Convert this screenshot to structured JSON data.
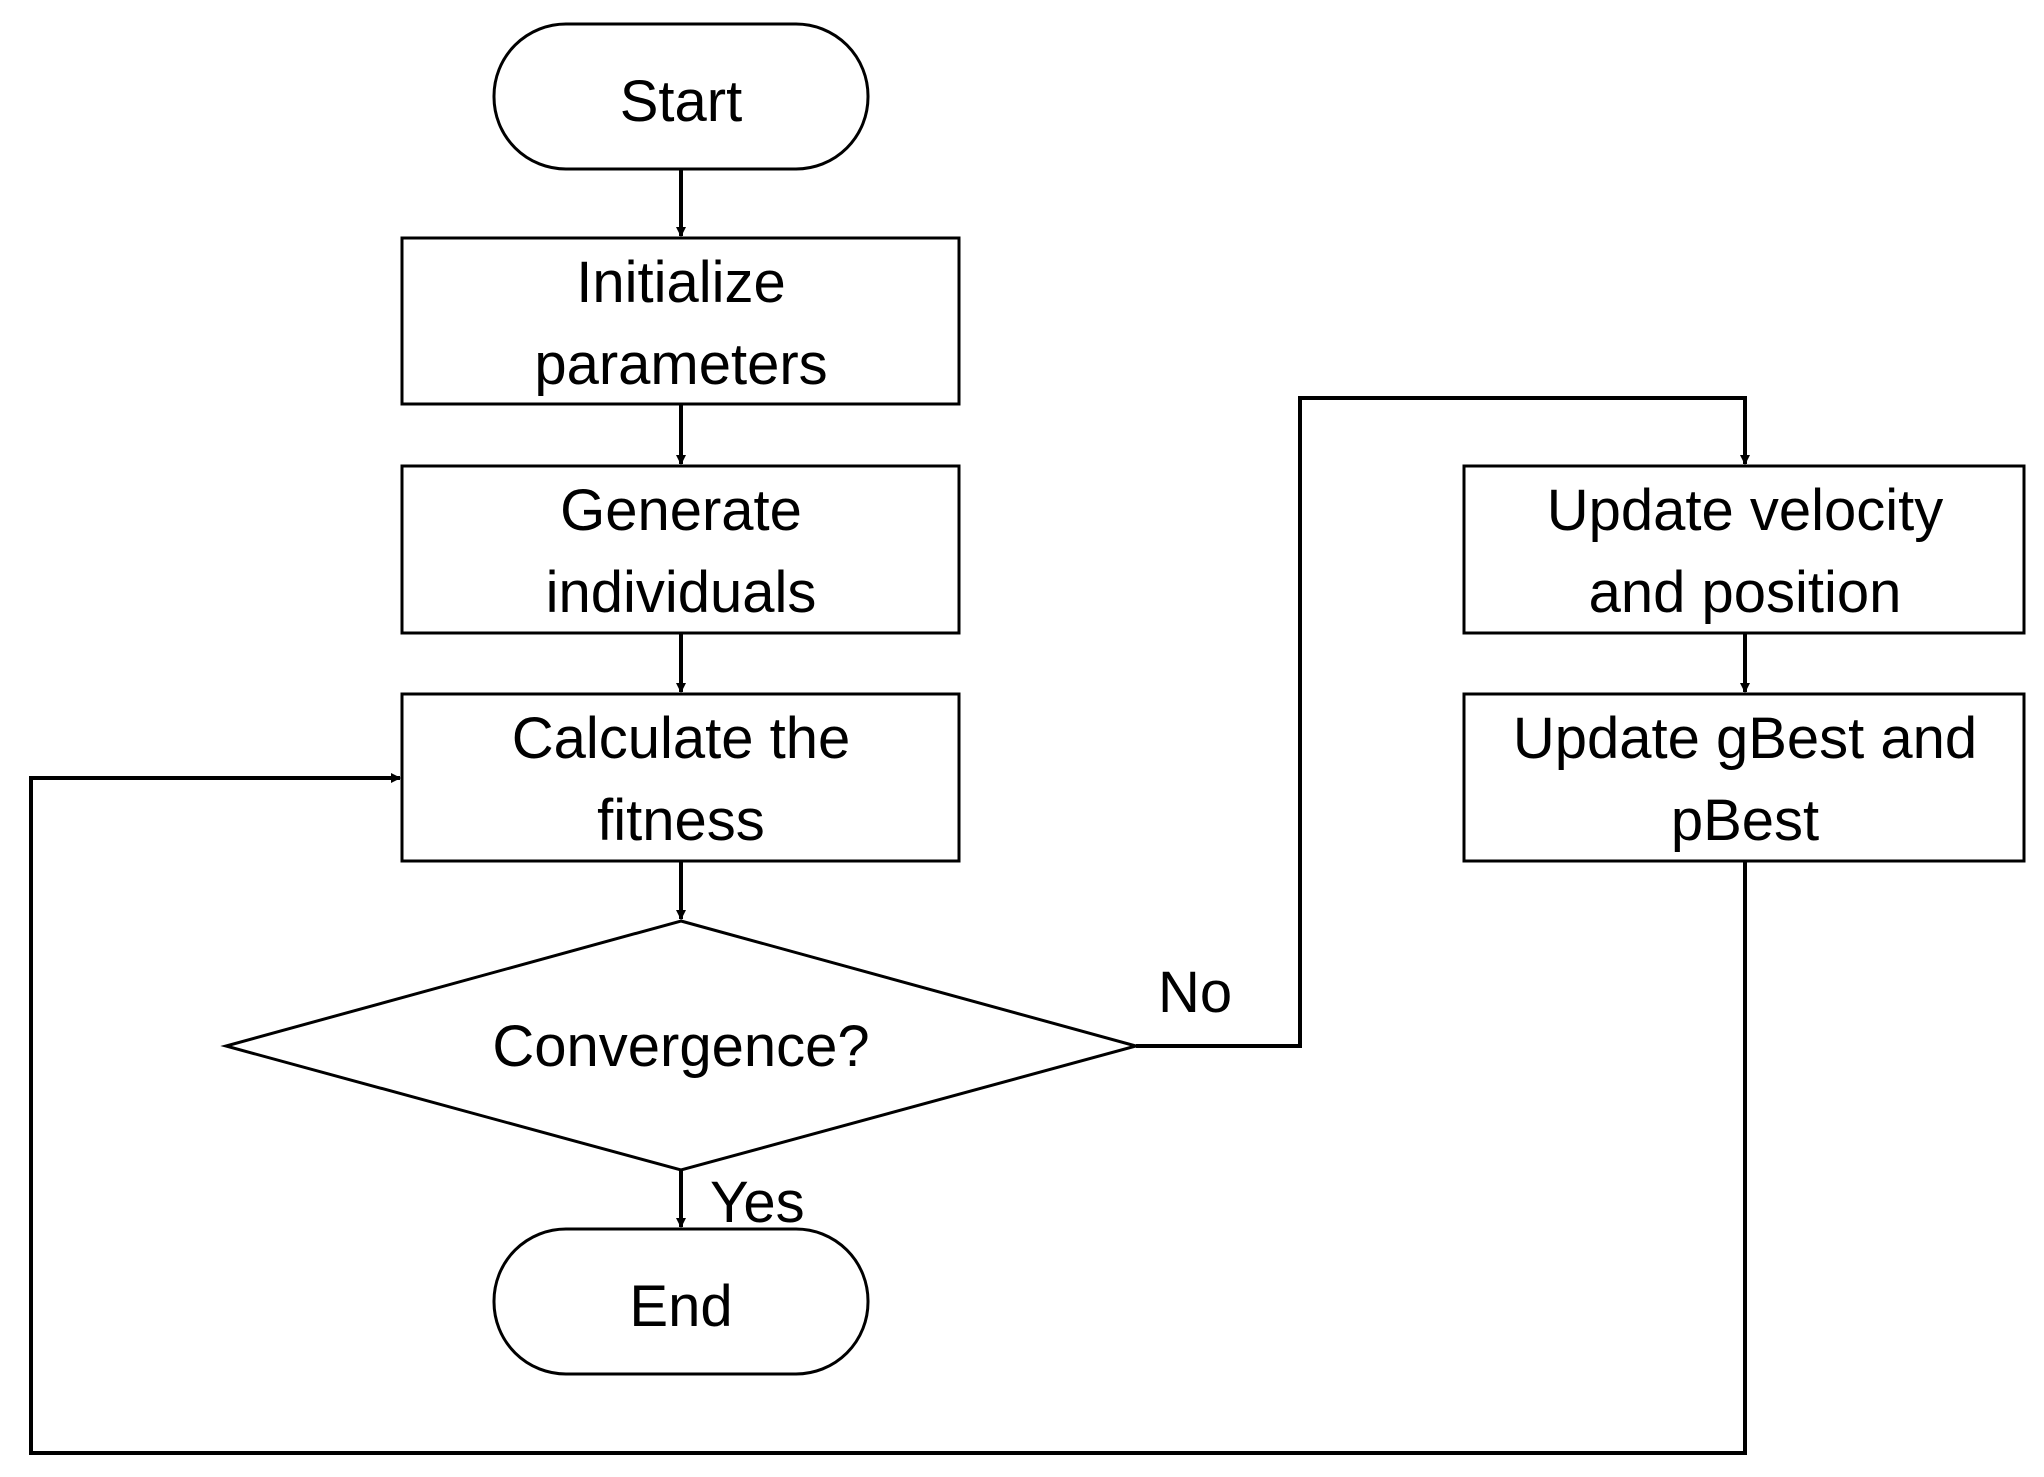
{
  "nodes": {
    "start": "Start",
    "init": [
      "Initialize",
      "parameters"
    ],
    "generate": [
      "Generate",
      "individuals"
    ],
    "fitness": [
      "Calculate the",
      "fitness"
    ],
    "decision": "Convergence?",
    "end": "End",
    "update_vp": [
      "Update velocity",
      "and position"
    ],
    "update_best": [
      "Update gBest and",
      "pBest"
    ]
  },
  "edges": {
    "yes_label": "Yes",
    "no_label": "No"
  }
}
